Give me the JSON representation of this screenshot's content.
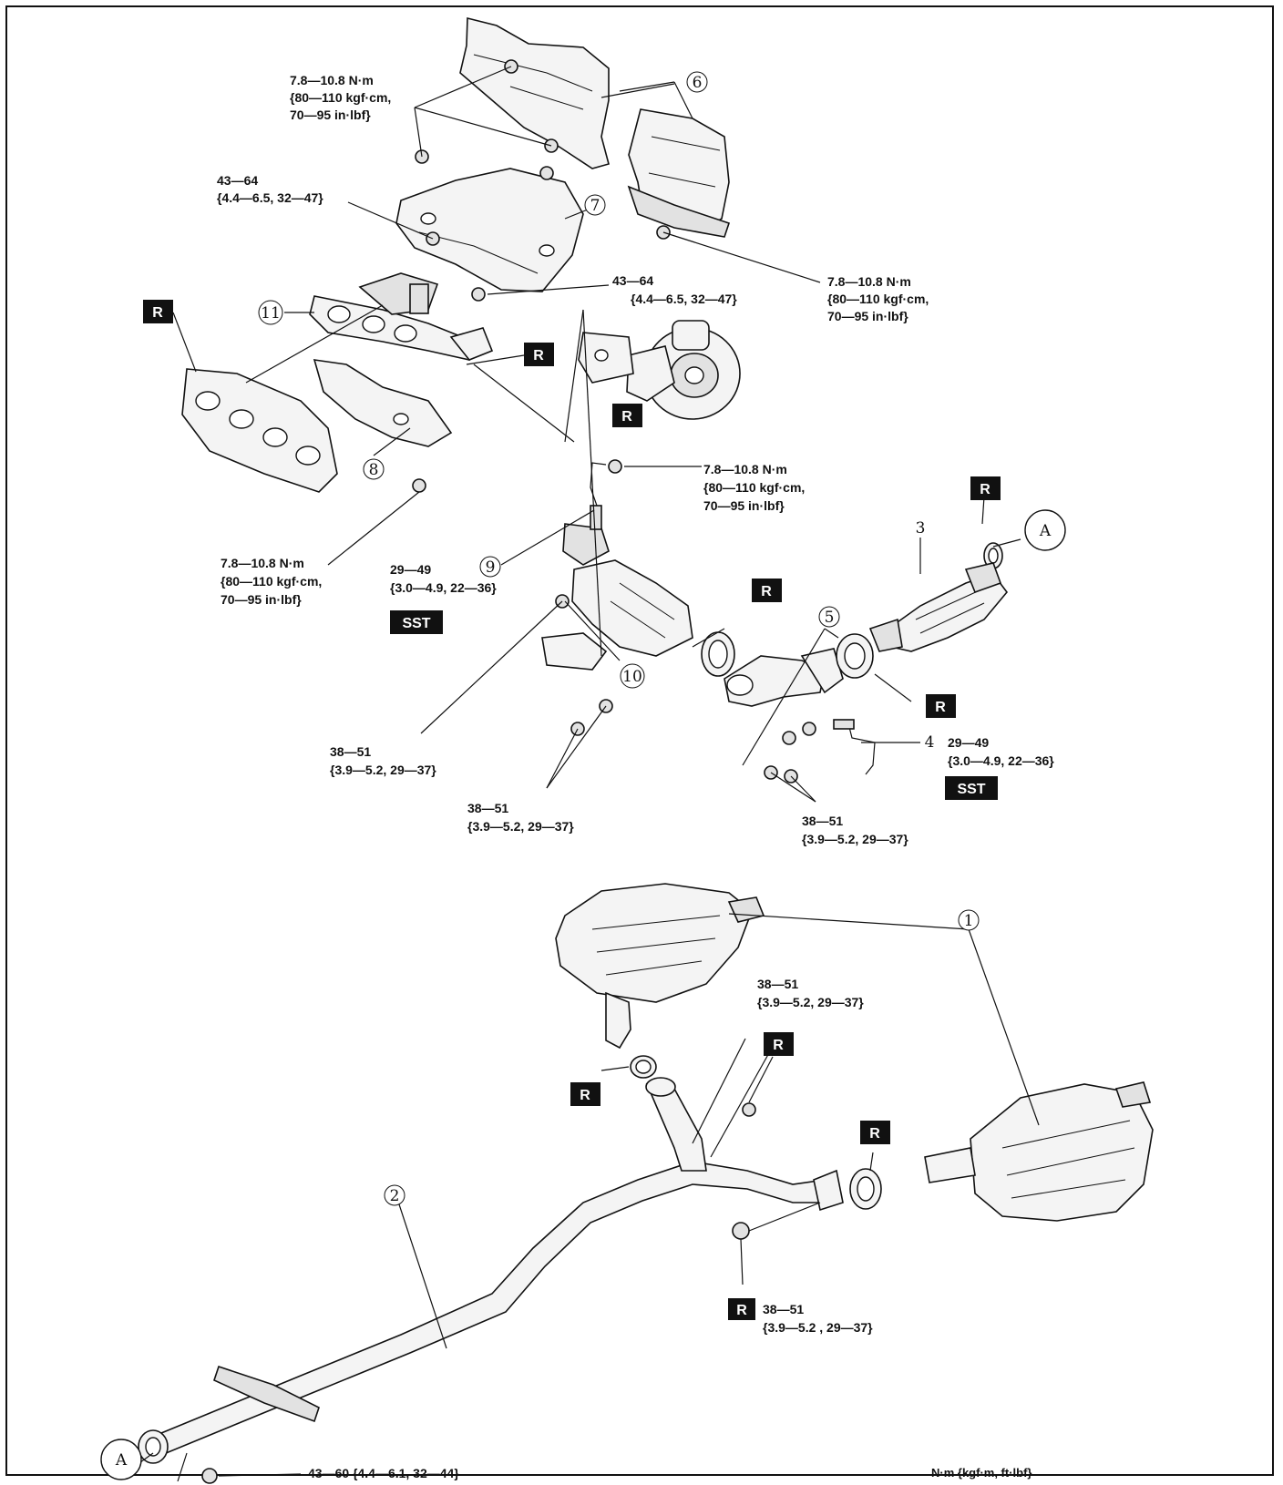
{
  "torque_specs": {
    "heat_insulator_upper_bolts": [
      "7.8—10.8 N·m",
      "{80—110 kgf·cm,",
      "70—95 in·lbf}"
    ],
    "manifold_nut_left": [
      "43—64",
      "{4.4—6.5, 32—47}"
    ],
    "manifold_nut_center": [
      "43—64",
      "{4.4—6.5, 32—47}"
    ],
    "heat_insulator_right_bolt": [
      "7.8—10.8 N·m",
      "{80—110 kgf·cm,",
      "70—95 in·lbf}"
    ],
    "oxygen_sensor_bracket_bolt": [
      "7.8—10.8 N·m",
      "{80—110 kgf·cm,",
      "70—95 in·lbf}"
    ],
    "lower_insulator_bolt": [
      "7.8—10.8 N·m",
      "{80—110 kgf·cm,",
      "70—95 in·lbf}"
    ],
    "front_oxygen_sensor": [
      "29—49",
      "{3.0—4.9, 22—36}"
    ],
    "wu_twc_nut": [
      "38—51",
      "{3.9—5.2, 29—37}"
    ],
    "bracket_bolts": [
      "38—51",
      "{3.9—5.2, 29—37}"
    ],
    "rear_oxygen_sensor": [
      "29—49",
      "{3.0—4.9, 22—36}"
    ],
    "presilencer_nuts": [
      "38—51",
      "{3.9—5.2, 29—37}"
    ],
    "main_silencer_nuts": [
      "38—51",
      "{3.9—5.2, 29—37}"
    ],
    "middle_pipe_nut": [
      "38—51",
      "{3.9—5.2 , 29—37}"
    ],
    "front_pipe_nut": "43—60 {4.4—6.1, 32—44}"
  },
  "part_numbers": {
    "p1": "1",
    "p2": "2",
    "p3": "3",
    "p4": "4",
    "p5": "5",
    "p6": "6",
    "p7": "7",
    "p8": "8",
    "p9": "9",
    "p10": "10",
    "p11": "11"
  },
  "callouts": {
    "connector": "A"
  },
  "badges": {
    "replace": "R",
    "special_tool": "SST"
  },
  "units_note": "N·m {kgf·m, ft·lbf}"
}
